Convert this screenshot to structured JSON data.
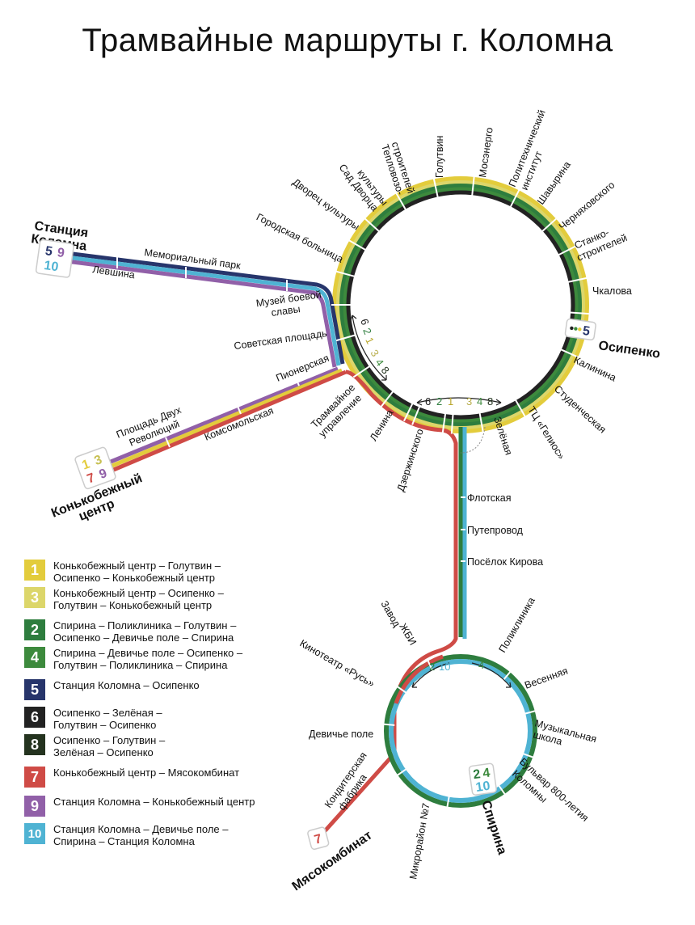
{
  "title": "Трамвайные маршруты г. Коломна",
  "colors": {
    "r1": "#e3cc3c",
    "r2": "#2e7d3e",
    "r3": "#dcd66a",
    "r4": "#3d8a3d",
    "r5": "#27356b",
    "r6": "#222222",
    "r7": "#cf4b46",
    "r8": "#24331f",
    "r9": "#9160a8",
    "r10": "#4fb3d3"
  },
  "terminals": {
    "kolomna": "Станция Коломна",
    "kolomna_line2": "Коломна",
    "osipenko": "Осипенко",
    "konkobezh": "Конькобежный",
    "konkobezh_line2": "центр",
    "spirina": "Спирина",
    "myasokombinat": "Мясокомбинат"
  },
  "stations": {
    "gorodskaya": "Городская больница",
    "dvorets": "Дворец культуры",
    "sad_1": "Сад Дворца",
    "sad_2": "культуры",
    "teplovoz_1": "Тепловозо-",
    "teplovoz_2": "строителей",
    "golutvin": "Голутвин",
    "mosenergo": "Мосэнерго",
    "politech_1": "Политехнический",
    "politech_2": "институт",
    "shavyrina": "Шавырина",
    "chernyahov": "Черняховского",
    "stanko_1": "Станко-",
    "stanko_2": "строителей",
    "chkalova": "Чкалова",
    "kalinina": "Калинина",
    "studench": "Студенческая",
    "gelios": "ТЦ «Гелиос»",
    "zelenaya": "Зелёная",
    "dzerzh": "Дзержинского",
    "lenina": "Ленина",
    "tram_1": "Трамвайное",
    "tram_2": "управление",
    "sovetskaya": "Советская площадь",
    "pionerskaya": "Пионерская",
    "muzey_1": "Музей боевой",
    "muzey_2": "славы",
    "memorial": "Мемориальный парк",
    "levshina": "Левшина",
    "ploshad_1": "Площадь Двух",
    "ploshad_2": "Революций",
    "komsomol": "Комсомольская",
    "flotskaya": "Флотская",
    "puteprovod": "Путепровод",
    "kirova": "Посёлок Кирова",
    "zavod_1": "Завод",
    "zavod_2": "ЖБИ",
    "kino": "Кинотеатр «Русь»",
    "devichye": "Девичье поле",
    "konditer_1": "Кондитерская",
    "konditer_2": "фабрика",
    "mikro": "Микрорайон №7",
    "poliklinika": "Поликлиника",
    "vesennyaya": "Весенняя",
    "muz_1": "Музыкальная",
    "muz_2": "школа",
    "bulvar_1": "Бульвар 800-летия",
    "bulvar_2": "Коломны"
  },
  "badges": {
    "kolomna_a": "5",
    "kolomna_b": "9",
    "kolomna_c": "10",
    "osipenko": "5",
    "konk_a": "1",
    "konk_b": "3",
    "konk_c": "7",
    "konk_d": "9",
    "spirina_a": "2",
    "spirina_b": "4",
    "spirina_c": "10",
    "myaso": "7"
  },
  "directions": {
    "ring_left": [
      "6",
      "2",
      "1",
      "3",
      "4",
      "8"
    ],
    "ring_bottom_left": [
      "6",
      "2",
      "1"
    ],
    "ring_bottom_right": [
      "3",
      "4",
      "8"
    ],
    "small_left": [
      "2",
      "10"
    ],
    "small_right": [
      "4"
    ]
  },
  "legend": [
    {
      "num": "1",
      "color": "#e3cc3c",
      "text": "Конькобежный центр – Голутвин –\nОсипенко – Конькобежный центр"
    },
    {
      "num": "3",
      "color": "#dcd66a",
      "text": "Конькобежный центр – Осипенко –\nГолутвин – Конькобежный центр"
    },
    {
      "num": "2",
      "color": "#2e7d3e",
      "text": "Спирина – Поликлиника – Голутвин –\nОсипенко – Девичье поле – Спирина"
    },
    {
      "num": "4",
      "color": "#3d8a3d",
      "text": "Спирина – Девичье поле – Осипенко –\nГолутвин – Поликлиника – Спирина"
    },
    {
      "num": "5",
      "color": "#27356b",
      "text": "Станция Коломна – Осипенко"
    },
    {
      "num": "6",
      "color": "#222222",
      "text": "Осипенко – Зелёная –\nГолутвин – Осипенко"
    },
    {
      "num": "8",
      "color": "#24331f",
      "text": "Осипенко – Голутвин –\nЗелёная – Осипенко"
    },
    {
      "num": "7",
      "color": "#cf4b46",
      "text": "Конькобежный центр – Мясокомбинат"
    },
    {
      "num": "9",
      "color": "#9160a8",
      "text": "Станция Коломна – Конькобежный центр"
    },
    {
      "num": "10",
      "color": "#4fb3d3",
      "text": "Станция Коломна – Девичье поле –\nСпирина – Станция Коломна"
    }
  ]
}
